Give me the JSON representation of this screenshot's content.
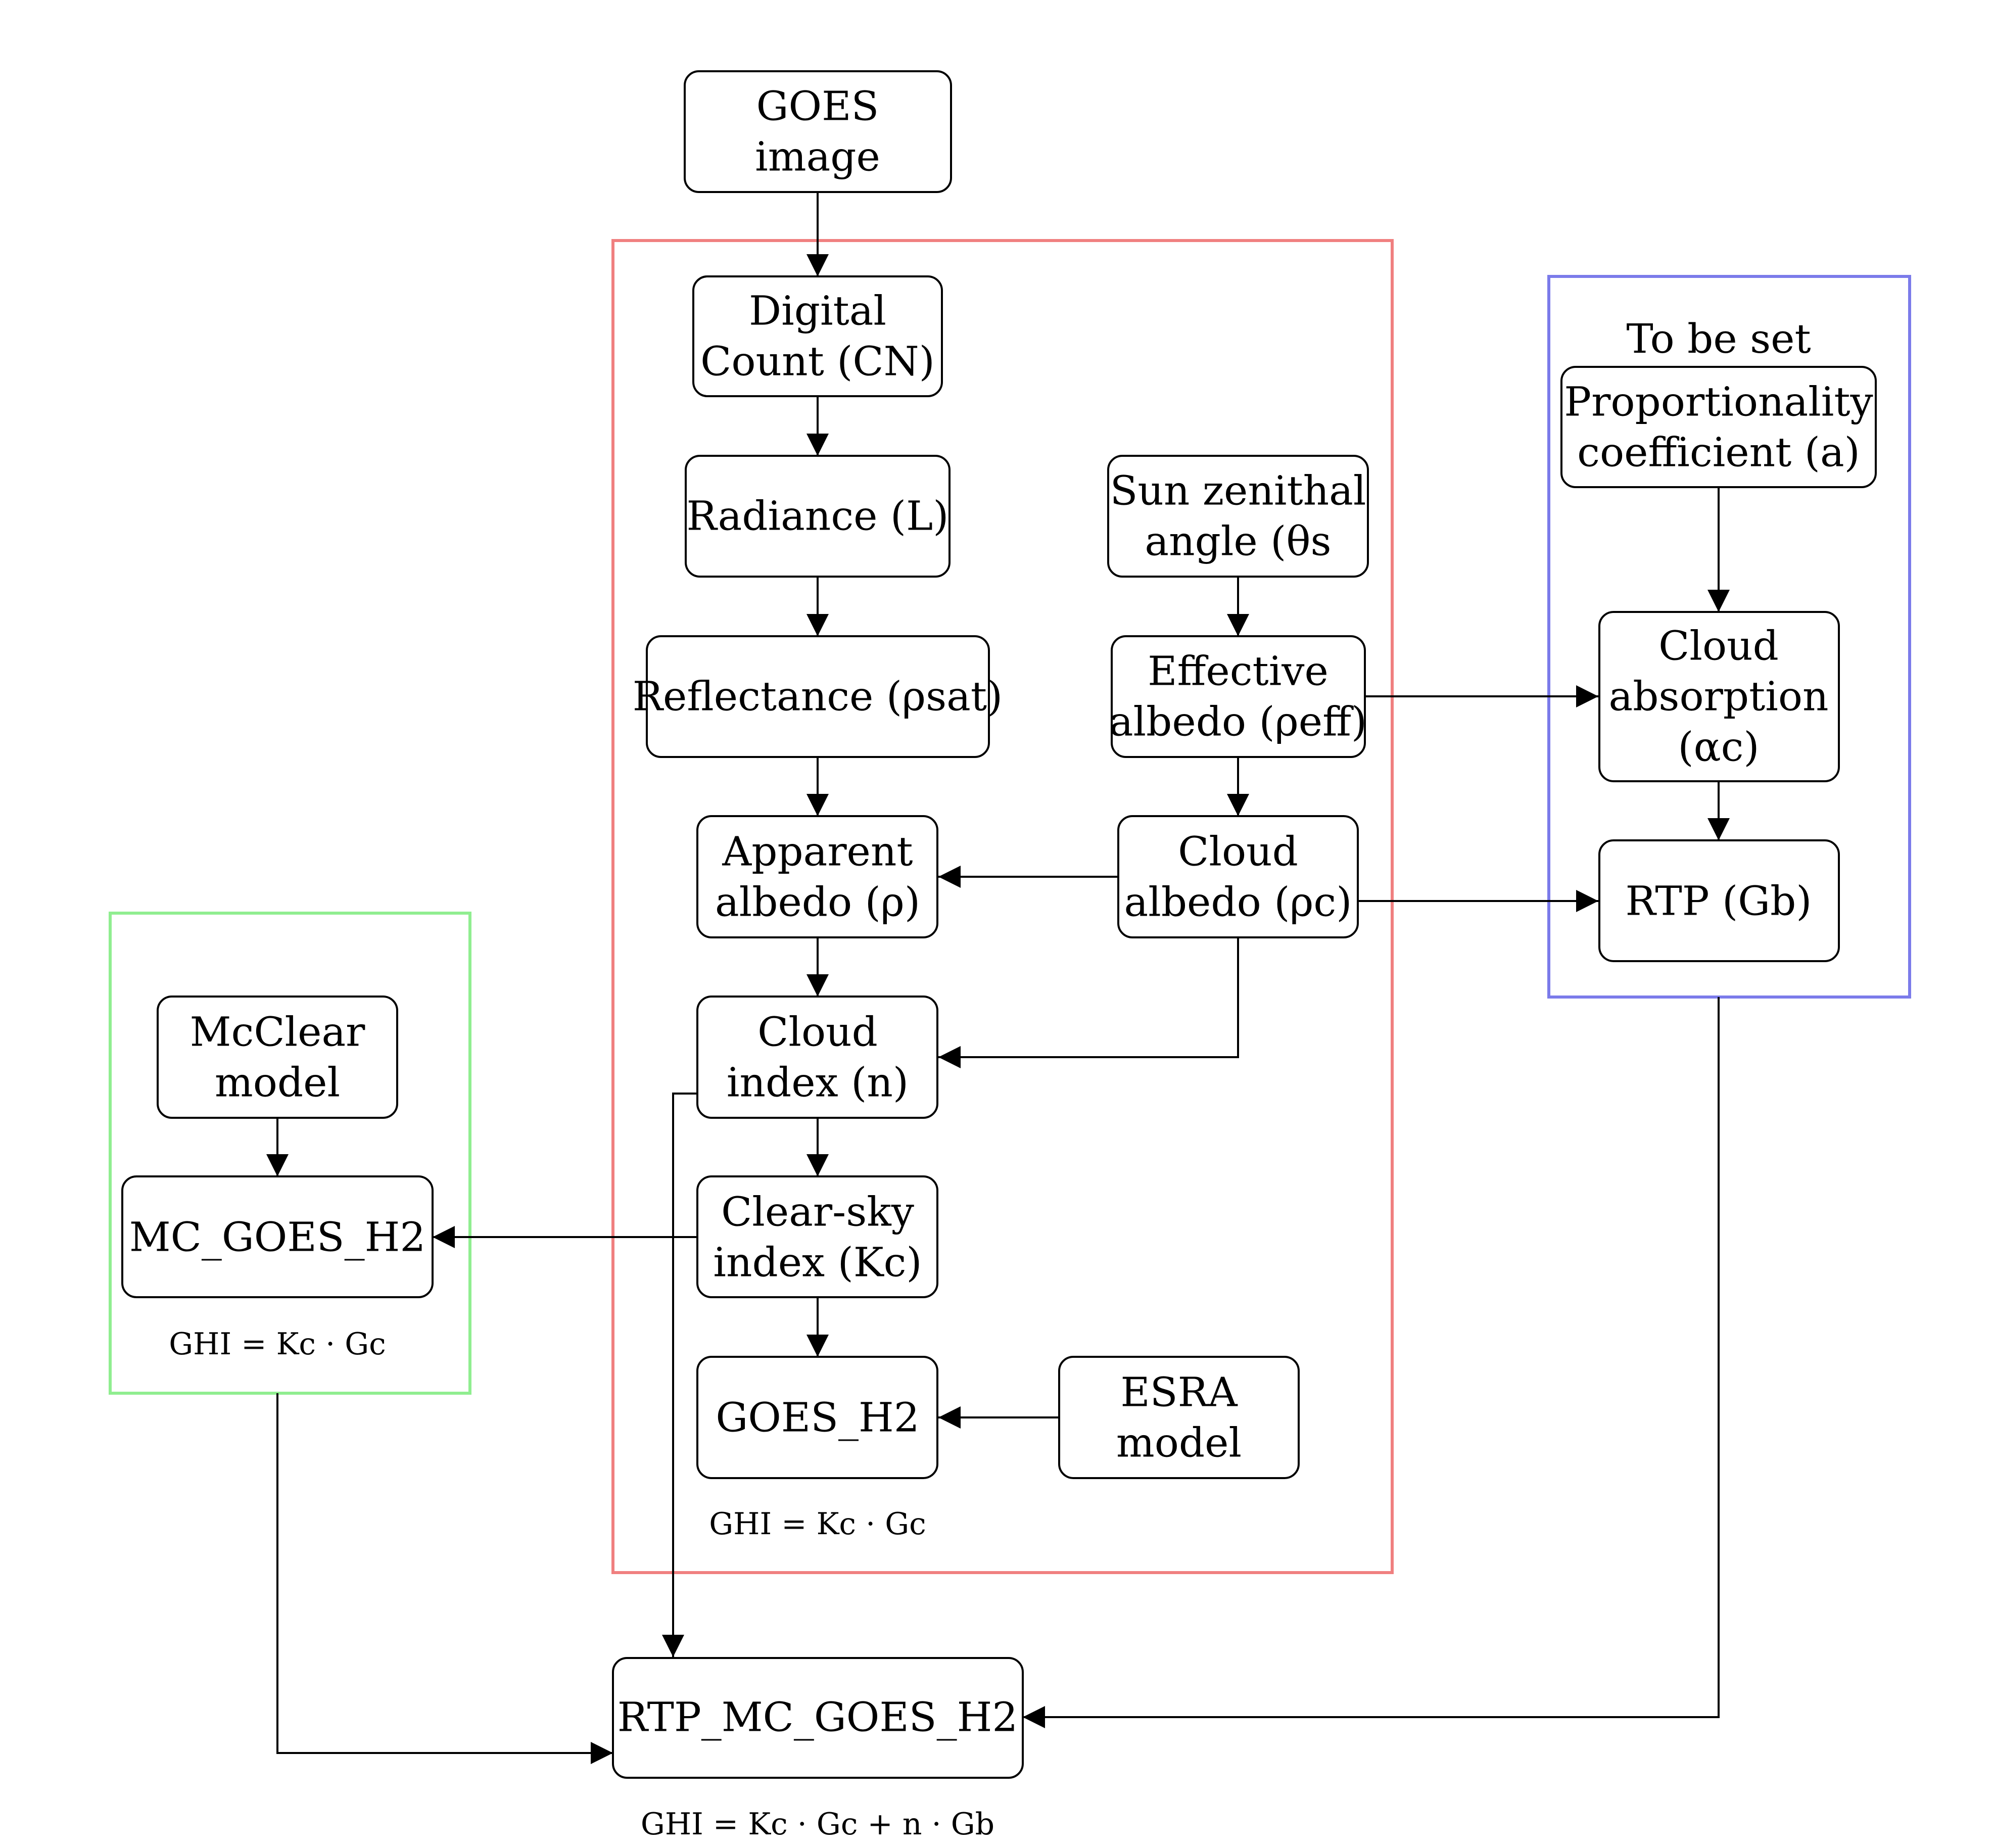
{
  "groups": {
    "red": {
      "color": "#f08080"
    },
    "blue": {
      "color": "#7b7bea",
      "title": "To be set"
    },
    "green": {
      "color": "#90ee90"
    }
  },
  "nodes": {
    "goes_image": {
      "lines": [
        "GOES",
        "image"
      ]
    },
    "digital_count": {
      "lines": [
        "Digital",
        "Count (CN)"
      ]
    },
    "radiance": {
      "lines": [
        "Radiance (L)"
      ]
    },
    "reflectance": {
      "lines": [
        "Reflectance (ρsat)"
      ]
    },
    "apparent_albedo": {
      "lines": [
        "Apparent",
        "albedo (ρ)"
      ]
    },
    "cloud_index": {
      "lines": [
        "Cloud",
        "index (n)"
      ]
    },
    "clear_sky_index": {
      "lines": [
        "Clear-sky",
        "index (Kc)"
      ]
    },
    "goes_h2": {
      "lines": [
        "GOES_H2"
      ]
    },
    "sun_zenith": {
      "lines": [
        "Sun zenithal",
        "angle (θs"
      ]
    },
    "effective_albedo": {
      "lines": [
        "Effective",
        "albedo (ρeff)"
      ]
    },
    "cloud_albedo": {
      "lines": [
        "Cloud",
        "albedo (ρc)"
      ]
    },
    "esra": {
      "lines": [
        "ESRA",
        "model"
      ]
    },
    "proportionality": {
      "lines": [
        "Proportionality",
        "coefficient (a)"
      ]
    },
    "cloud_absorption": {
      "lines": [
        "Cloud",
        "absorption",
        "(αc)"
      ]
    },
    "rtp": {
      "lines": [
        "RTP (Gb)"
      ]
    },
    "mcclear": {
      "lines": [
        "McClear",
        "model"
      ]
    },
    "mc_goes_h2": {
      "lines": [
        "MC_GOES_H2"
      ]
    },
    "rtp_mc_goes_h2": {
      "lines": [
        "RTP_MC_GOES_H2"
      ]
    }
  },
  "equations": {
    "green": "GHI = Kc · Gc",
    "red": "GHI = Kc · Gc",
    "final": "GHI = Kc · Gc + n · Gb"
  }
}
